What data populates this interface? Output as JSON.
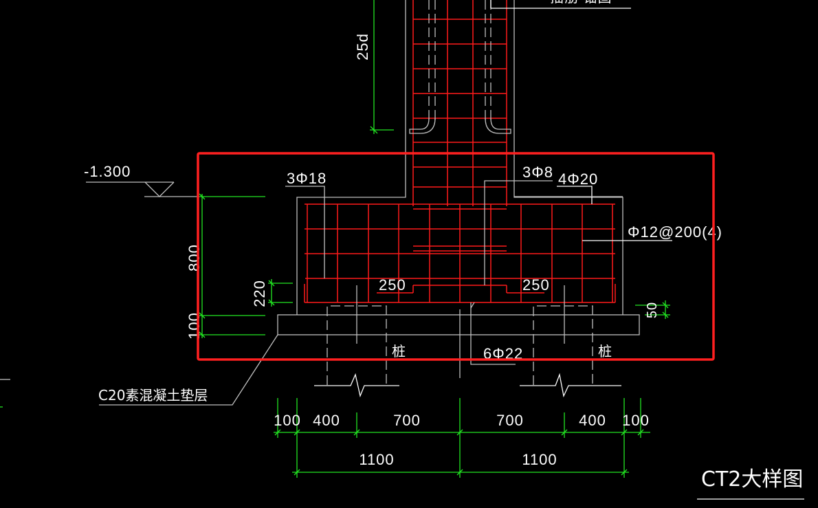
{
  "drawing": {
    "title": "CT2大样图",
    "background_color": "#000000",
    "highlight_color": "#ff2020",
    "rebar_color": "#ff1a1a",
    "dimension_color": "#22e622",
    "outline_color": "#c0c0c0",
    "text_color": "#ffffff"
  },
  "labels": {
    "top_clipped": "插筋 锚固",
    "anchor_length": "25d",
    "elevation": "-1.300",
    "left_rebar": "3Φ18",
    "stirrup_col": "3Φ8",
    "top_rebar": "4Φ20",
    "stirrup_cap": "Φ12@200(4)",
    "bottom_rebar": "6Φ22",
    "cover_left": "250",
    "cover_right": "250",
    "pile_left": "桩",
    "pile_right": "桩",
    "cushion": "C20素混凝土垫层"
  },
  "vertical_dims": {
    "cap_height": "800",
    "cushion_thickness": "100",
    "pile_embed": "220",
    "bar_cover": "50"
  },
  "horizontal_dims": {
    "row1": [
      "100",
      "400",
      "700",
      "700",
      "400",
      "100"
    ],
    "row2": [
      "1100",
      "1100"
    ]
  }
}
